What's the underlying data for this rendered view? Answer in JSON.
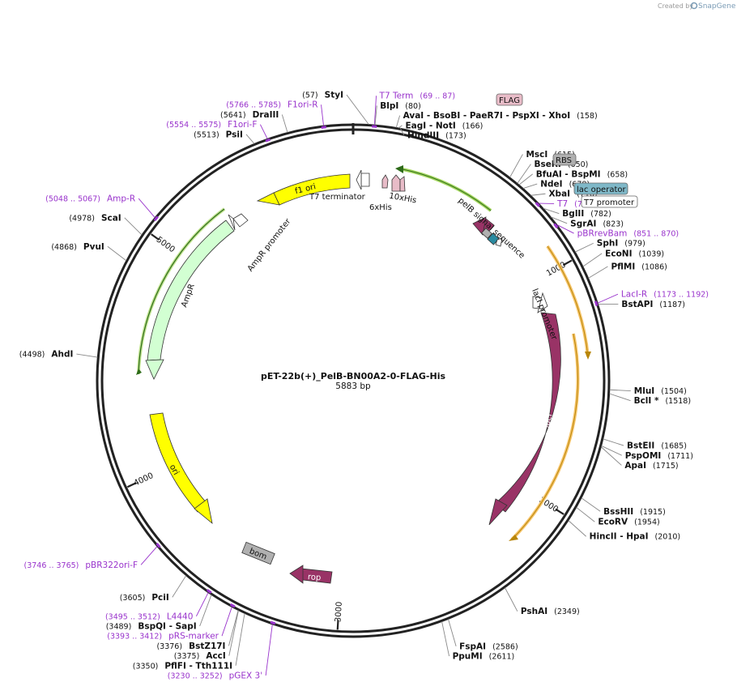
{
  "credit": {
    "text": "Created by",
    "brand": "SnapGene"
  },
  "plasmid": {
    "name": "pET-22b(+)_PelB-BN00A2-0-FLAG-His",
    "length_label": "5883 bp",
    "length": 5883
  },
  "colors": {
    "yellow": "#ffff00",
    "amp_green": "#d2ffd2",
    "maroon": "#993366",
    "primer": "#9933cc",
    "tag_pink": "#e8bcc8",
    "tag_blue": "#7fb8c8",
    "tag_gray": "#b0b0b0",
    "tag_white": "#ffffff",
    "outline_green": "#a4d65e",
    "outline_orange": "#f7c56b",
    "teal": "#2a8aa0"
  },
  "ticks": [
    {
      "bp": 1000,
      "label": "1000"
    },
    {
      "bp": 2000,
      "label": "2000"
    },
    {
      "bp": 3000,
      "label": "3000"
    },
    {
      "bp": 4000,
      "label": "4000"
    },
    {
      "bp": 5000,
      "label": "5000"
    }
  ],
  "sites": [
    {
      "bp": 57,
      "side": "L",
      "text": "StyI",
      "pos": "(57)"
    },
    {
      "bp": 80,
      "side": "R",
      "text": "BlpI",
      "pos": "(80)"
    },
    {
      "bp": 158,
      "side": "R",
      "text": "AvaI   - BsoBI   - PaeR7I   - PspXI   - XhoI",
      "pos": "(158)"
    },
    {
      "bp": 166,
      "side": "R",
      "text": "EagI   - NotI",
      "pos": "(166)"
    },
    {
      "bp": 173,
      "side": "R",
      "text": "HindIII",
      "pos": "(173)"
    },
    {
      "bp": 615,
      "side": "R",
      "text": "MscI",
      "pos": "(615)"
    },
    {
      "bp": 650,
      "side": "R",
      "text": "BseRI",
      "pos": "(650)"
    },
    {
      "bp": 658,
      "side": "R",
      "text": "BfuAI  - BspMI",
      "pos": "(658)"
    },
    {
      "bp": 678,
      "side": "R",
      "text": "NdeI",
      "pos": "(678)"
    },
    {
      "bp": 716,
      "side": "R",
      "text": "XbaI",
      "pos": "(716)"
    },
    {
      "bp": 782,
      "side": "R",
      "text": "BglII",
      "pos": "(782)"
    },
    {
      "bp": 823,
      "side": "R",
      "text": "SgrAI",
      "pos": "(823)"
    },
    {
      "bp": 979,
      "side": "R",
      "text": "SphI",
      "pos": "(979)"
    },
    {
      "bp": 1039,
      "side": "R",
      "text": "EcoNI",
      "pos": "(1039)"
    },
    {
      "bp": 1086,
      "side": "R",
      "text": "PflMI",
      "pos": "(1086)"
    },
    {
      "bp": 1187,
      "side": "R",
      "text": "BstAPI",
      "pos": "(1187)"
    },
    {
      "bp": 1504,
      "side": "R",
      "text": "MluI",
      "pos": "(1504)"
    },
    {
      "bp": 1518,
      "side": "R",
      "text": "BclI *",
      "pos": "(1518)"
    },
    {
      "bp": 1685,
      "side": "R",
      "text": "BstEII",
      "pos": "(1685)"
    },
    {
      "bp": 1711,
      "side": "R",
      "text": "PspOMI",
      "pos": "(1711)"
    },
    {
      "bp": 1715,
      "side": "R",
      "text": "ApaI",
      "pos": "(1715)"
    },
    {
      "bp": 1915,
      "side": "R",
      "text": "BssHII",
      "pos": "(1915)"
    },
    {
      "bp": 1954,
      "side": "R",
      "text": "EcoRV",
      "pos": "(1954)"
    },
    {
      "bp": 2010,
      "side": "R",
      "text": "HincII  - HpaI",
      "pos": "(2010)"
    },
    {
      "bp": 2349,
      "side": "R",
      "text": "PshAI",
      "pos": "(2349)"
    },
    {
      "bp": 2586,
      "side": "R",
      "text": "FspAI",
      "pos": "(2586)"
    },
    {
      "bp": 2611,
      "side": "R",
      "text": "PpuMI",
      "pos": "(2611)"
    },
    {
      "bp": 3350,
      "side": "L",
      "text": "PflFI   - Tth111I",
      "pos": "(3350)"
    },
    {
      "bp": 3375,
      "side": "L",
      "text": "AccI",
      "pos": "(3375)"
    },
    {
      "bp": 3376,
      "side": "L",
      "text": "BstZ17I",
      "pos": "(3376)"
    },
    {
      "bp": 3489,
      "side": "L",
      "text": "BspQI   - SapI",
      "pos": "(3489)"
    },
    {
      "bp": 3605,
      "side": "L",
      "text": "PciI",
      "pos": "(3605)"
    },
    {
      "bp": 4498,
      "side": "L",
      "text": "AhdI",
      "pos": "(4498)"
    },
    {
      "bp": 4868,
      "side": "L",
      "text": "PvuI",
      "pos": "(4868)"
    },
    {
      "bp": 4978,
      "side": "L",
      "text": "ScaI",
      "pos": "(4978)"
    },
    {
      "bp": 5513,
      "side": "L",
      "text": "PsiI",
      "pos": "(5513)"
    },
    {
      "bp": 5641,
      "side": "L",
      "text": "DraIII",
      "pos": "(5641)"
    }
  ],
  "primers": [
    {
      "bp": 78,
      "side": "R",
      "name": "T7 Term",
      "range": "(69 .. 87)"
    },
    {
      "bp": 757,
      "side": "R",
      "name": "T7",
      "range": "(748 .. 767)"
    },
    {
      "bp": 860,
      "side": "R",
      "name": "pBRrevBam",
      "range": "(851 .. 870)"
    },
    {
      "bp": 1183,
      "side": "R",
      "name": "LacI-R",
      "range": "(1173 .. 1192)"
    },
    {
      "bp": 3241,
      "side": "L",
      "name": "pGEX 3'",
      "range": "(3230 .. 3252)"
    },
    {
      "bp": 3402,
      "side": "L",
      "name": "pRS-marker",
      "range": "(3393 .. 3412)"
    },
    {
      "bp": 3503,
      "side": "L",
      "name": "L4440",
      "range": "(3495 .. 3512)"
    },
    {
      "bp": 3755,
      "side": "L",
      "name": "pBR322ori-F",
      "range": "(3746 .. 3765)"
    },
    {
      "bp": 5057,
      "side": "L",
      "name": "Amp-R",
      "range": "(5048 .. 5067)"
    },
    {
      "bp": 5564,
      "side": "L",
      "name": "F1ori-F",
      "range": "(5554 .. 5575)"
    },
    {
      "bp": 5775,
      "side": "L",
      "name": "F1ori-R",
      "range": "(5766 .. 5785)"
    }
  ],
  "tags": [
    {
      "text": "FLAG",
      "style": "pink"
    },
    {
      "text": "RBS",
      "style": "gray"
    },
    {
      "text": "lac operator",
      "style": "blue"
    },
    {
      "text": "T7 promoter",
      "style": "white"
    }
  ],
  "features": [
    {
      "name": "f1 ori",
      "label": "f1 ori"
    },
    {
      "name": "AmpR promoter",
      "label": "AmpR promoter"
    },
    {
      "name": "AmpR",
      "label": "AmpR"
    },
    {
      "name": "ori",
      "label": "ori"
    },
    {
      "name": "bom",
      "label": "bom"
    },
    {
      "name": "rop",
      "label": "rop"
    },
    {
      "name": "lacI",
      "label": "lacI"
    },
    {
      "name": "lacI promoter",
      "label": "lacI promoter"
    },
    {
      "name": "T7 terminator",
      "label": "T7 terminator"
    },
    {
      "name": "6xHis",
      "label": "6xHis"
    },
    {
      "name": "10xHis",
      "label": "10xHis"
    },
    {
      "name": "pelB signal sequence",
      "label": "pelB signal sequence"
    }
  ]
}
